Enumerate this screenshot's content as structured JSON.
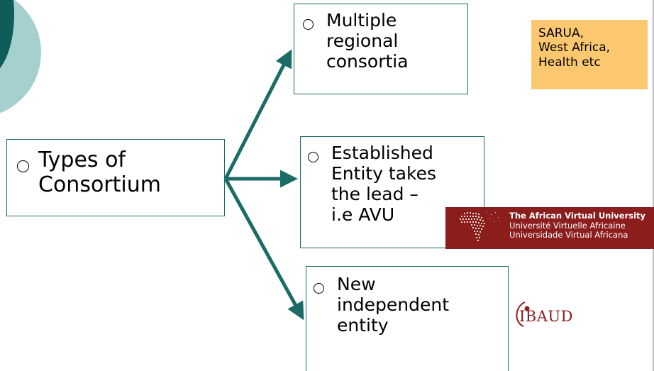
{
  "diagram": {
    "root": {
      "label_lines": [
        "Types of",
        "Consortium"
      ]
    },
    "branches": [
      {
        "label_lines": [
          "Multiple",
          "regional",
          "consortia"
        ]
      },
      {
        "label_lines": [
          "Established",
          "Entity takes",
          "the lead –",
          "i.e AVU"
        ]
      },
      {
        "label_lines": [
          "New",
          "independent",
          "entity"
        ]
      }
    ]
  },
  "annotations": {
    "sarua_note": [
      "SARUA,",
      "West Africa,",
      "Health etc"
    ],
    "avu_logo": [
      "The African Virtual University",
      "Université Virtuelle Africaine",
      "Universidade Virtual Africana"
    ],
    "ibaud_logo": "IBAUD"
  },
  "colors": {
    "accent": "#1b6b66",
    "deco_light": "#a6d0cd",
    "deco_dark": "#0e5d59",
    "note_bg": "#fbc870",
    "avu_bg": "#8c1d1d"
  }
}
